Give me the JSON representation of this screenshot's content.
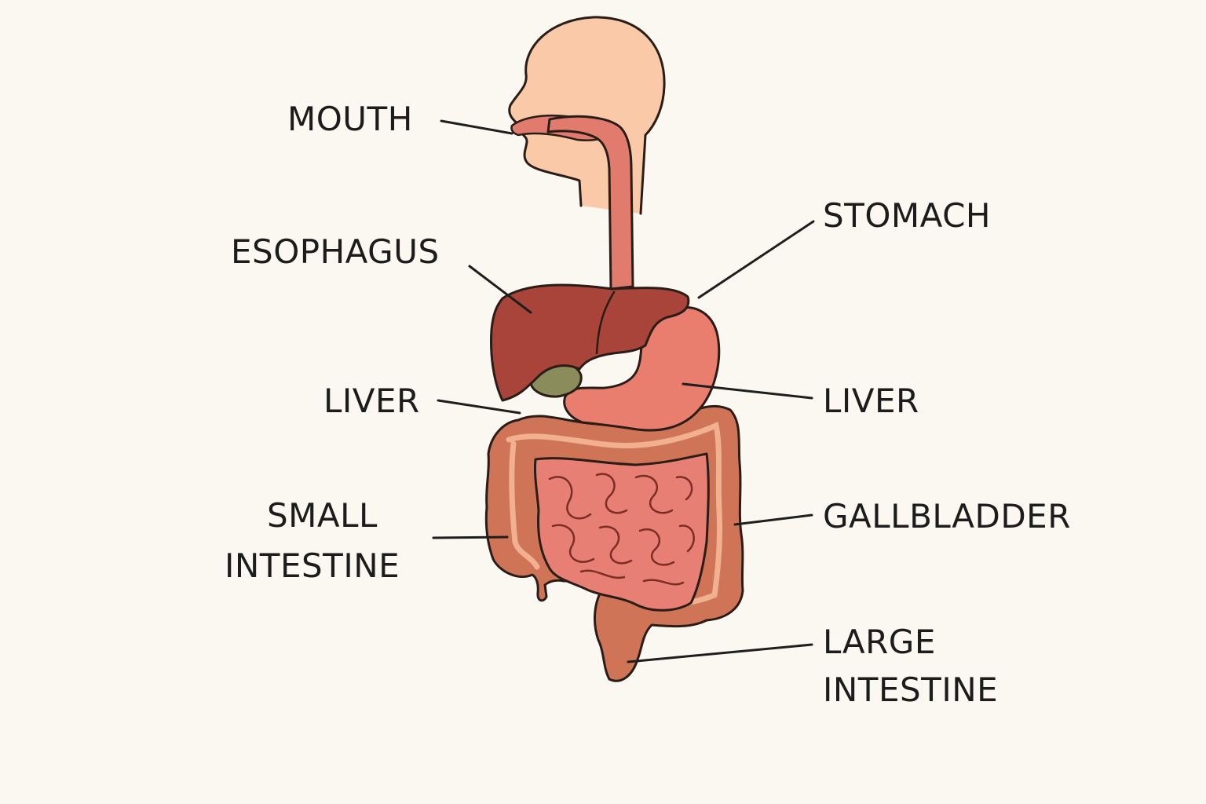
{
  "colors": {
    "background": "#fbf8f1",
    "head": "#f9c9a8",
    "esophagus": "#e07b6e",
    "liver": "#a9443a",
    "gallbladder": "#8a8c5c",
    "stomach": "#e97d6e",
    "large_intestine": "#cf7456",
    "small_intestine": "#e77f74",
    "outline": "#2a1d18"
  },
  "labels": {
    "mouth": "MOUTH",
    "esophagus": "ESOPHAGUS",
    "liver_left": "LIVER",
    "small_intestine_line1": "SMALL",
    "small_intestine_line2": "INTESTINE",
    "stomach": "STOMACH",
    "liver_right": "LIVER",
    "gallbladder": "GALLBLADDER",
    "large_intestine_line1": "LARGE",
    "large_intestine_line2": "INTESTINE"
  }
}
